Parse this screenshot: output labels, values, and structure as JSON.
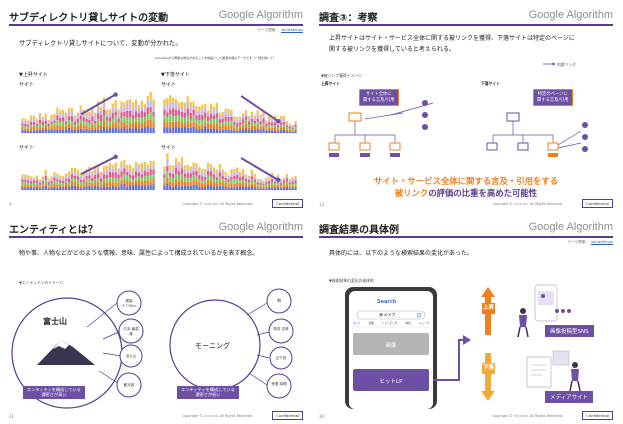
{
  "brand": "Google Algorithm",
  "confidential": "Confidential",
  "copyright": "Copyright © ××× Inc. All Rights Reserved.",
  "colors": {
    "accent": "#5a3c8c",
    "orange": "#f0801e",
    "purple": "#6d4fa3"
  },
  "slide1": {
    "title": "サブディレクトリ貸しサイトの変動",
    "theme_label": "テーマ提案：",
    "theme_link": "Vanisettings",
    "lead": "サブディレクトリ貸しサイトについて、変動が分かれた。",
    "note": "※Googleから明確な発表があることを前提とした推測内容のデータです（一部を除いて）",
    "chart_up_label": "▼上昇サイト",
    "chart_down_label": "▼下落サイト",
    "chart_site": "サイト",
    "page_num": "9",
    "charts": [
      {
        "type": "bar",
        "trend": "up"
      },
      {
        "type": "bar",
        "trend": "down"
      },
      {
        "type": "bar",
        "trend": "up"
      },
      {
        "type": "bar",
        "trend": "down"
      }
    ]
  },
  "slide2": {
    "title": "調査③：考察",
    "line1": "上昇サイトはサイト・サービス全体に関する被リンクを獲得、下落サイトは特定のページに",
    "line2": "関する被リンクを獲得していると考えられる。",
    "legend": "内部リンク",
    "diagram_label": "▼被リンク獲得イメージ",
    "up_site": "上昇サイト",
    "down_site": "下落サイト",
    "pill_left_1": "サイト全体に",
    "pill_left_2": "関する言及/引用",
    "pill_right_1": "特定のページに",
    "pill_right_2": "関する言及/引用",
    "conclusion1": "サイト・サービス全体に関する言及・引用をする",
    "conclusion2a": "被リンク",
    "conclusion2b": "の評価の比重を高めた可能性",
    "page_num": "13"
  },
  "slide3": {
    "title": "エンティティとは？",
    "lead": "物や事、人物などがどのような情報、意味、属性によって構成されているかを表す概念。",
    "diagram_label": "▼エンティティのイメージ",
    "left_entity": "富士山",
    "left_nodes": [
      "標高 3,776m",
      "日本 最高峰",
      "活火山",
      "観光客"
    ],
    "left_caption_1": "エンティティを構成している",
    "left_caption_2": "濃密さが高い",
    "right_entity": "モーニング",
    "right_nodes": [
      "朝",
      "喫茶 店等",
      "正午前",
      "営業 時間"
    ],
    "right_caption_1": "エンティティを構成している",
    "right_caption_2": "濃密さが低い",
    "page_num": "21"
  },
  "slide4": {
    "title": "調査結果の具体例",
    "theme_label": "テーマ提案：",
    "theme_link": "Vanisettings",
    "lead": "具体的には、以下のような検索結果の変化があった。",
    "diagram_label": "▼検索結果の変化の具体例",
    "search_logo": "Search",
    "query": "赤メイク",
    "tabs": [
      "すべて",
      "画像",
      "ショッピング",
      "動画",
      "ニュース"
    ],
    "result_image": "画像",
    "result_lp": "ヒットLP",
    "up_label": "上昇",
    "down_label": "下落",
    "up_box": "画像投稿型SNS",
    "down_box": "メディアサイト",
    "page_num": "30"
  }
}
